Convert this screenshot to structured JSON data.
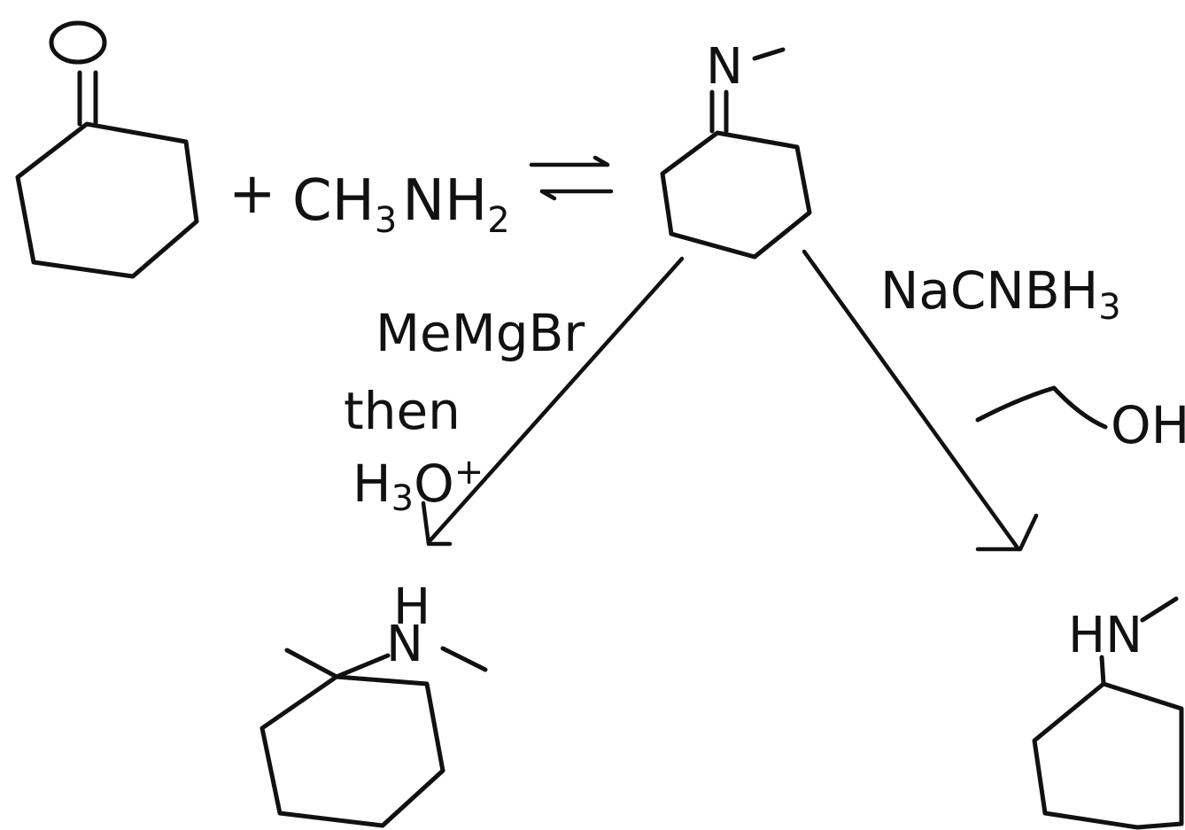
{
  "reactants": {
    "ketone_atom": "O",
    "plus": "+",
    "amine_main": "CH",
    "amine_sub1": "3",
    "amine_mid": "NH",
    "amine_sub2": "2"
  },
  "imine": {
    "atom": "N"
  },
  "left_path": {
    "reagent_line1": "MeMgBr",
    "reagent_line2": "then",
    "reagent_line3_main": "H",
    "reagent_line3_sub": "3",
    "reagent_line3_end": "O",
    "reagent_line3_sup": "+",
    "product_atom_h": "H",
    "product_atom_n": "N"
  },
  "right_path": {
    "reagent_line1_main": "NaCNBH",
    "reagent_line1_sub": "3",
    "solvent_atom": "OH",
    "product_atom": "HN"
  }
}
